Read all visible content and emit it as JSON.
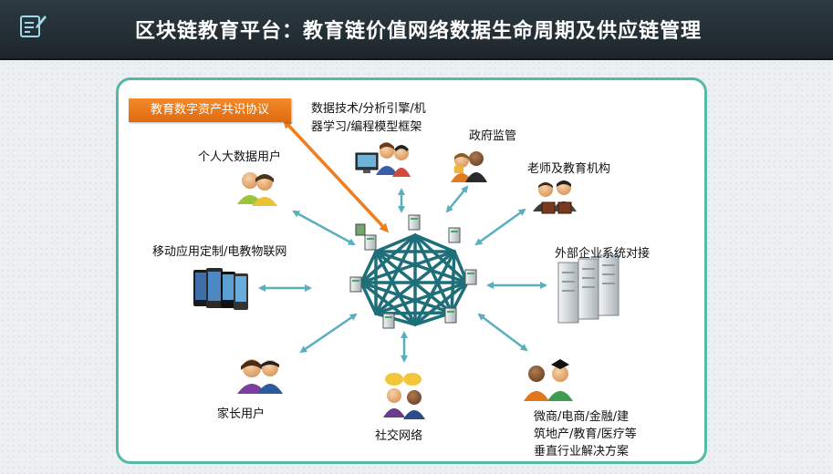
{
  "header": {
    "title": "区块链教育平台：教育链价值网络数据生命周期及供应链管理",
    "icon": "edit-note-icon"
  },
  "colors": {
    "header_bg": "#222c32",
    "panel_border": "#54b9a6",
    "arrow": "#5aaebe",
    "network": "#1f6f7a",
    "badge": "#ee7e1e"
  },
  "diagram": {
    "center": "blockchain-mesh-network",
    "protocol_badge": "教育数字资产共识协议",
    "nodes": {
      "data_tech": {
        "line1": "数据技术/分析引擎/机",
        "line2": "器学习/编程模型框架",
        "icon": "computer-users-icon"
      },
      "government": {
        "label": "政府监管",
        "icon": "government-team-icon"
      },
      "teachers": {
        "label": "老师及教育机构",
        "icon": "teachers-icon"
      },
      "personal_users": {
        "label": "个人大数据用户",
        "icon": "user-pair-icon"
      },
      "mobile_apps": {
        "label": "移动应用定制/电教物联网",
        "icon": "mobile-devices-icon"
      },
      "enterprise": {
        "label": "外部企业系统对接",
        "icon": "server-rack-icon"
      },
      "parents": {
        "label": "家长用户",
        "icon": "parents-icon"
      },
      "social": {
        "label": "社交网络",
        "icon": "chat-users-icon"
      },
      "verticals": {
        "line1": "微商/电商/金融/建",
        "line2": "筑地产/教育/医疗等",
        "line3": "垂直行业解决方案",
        "icon": "graduate-users-icon"
      }
    }
  }
}
